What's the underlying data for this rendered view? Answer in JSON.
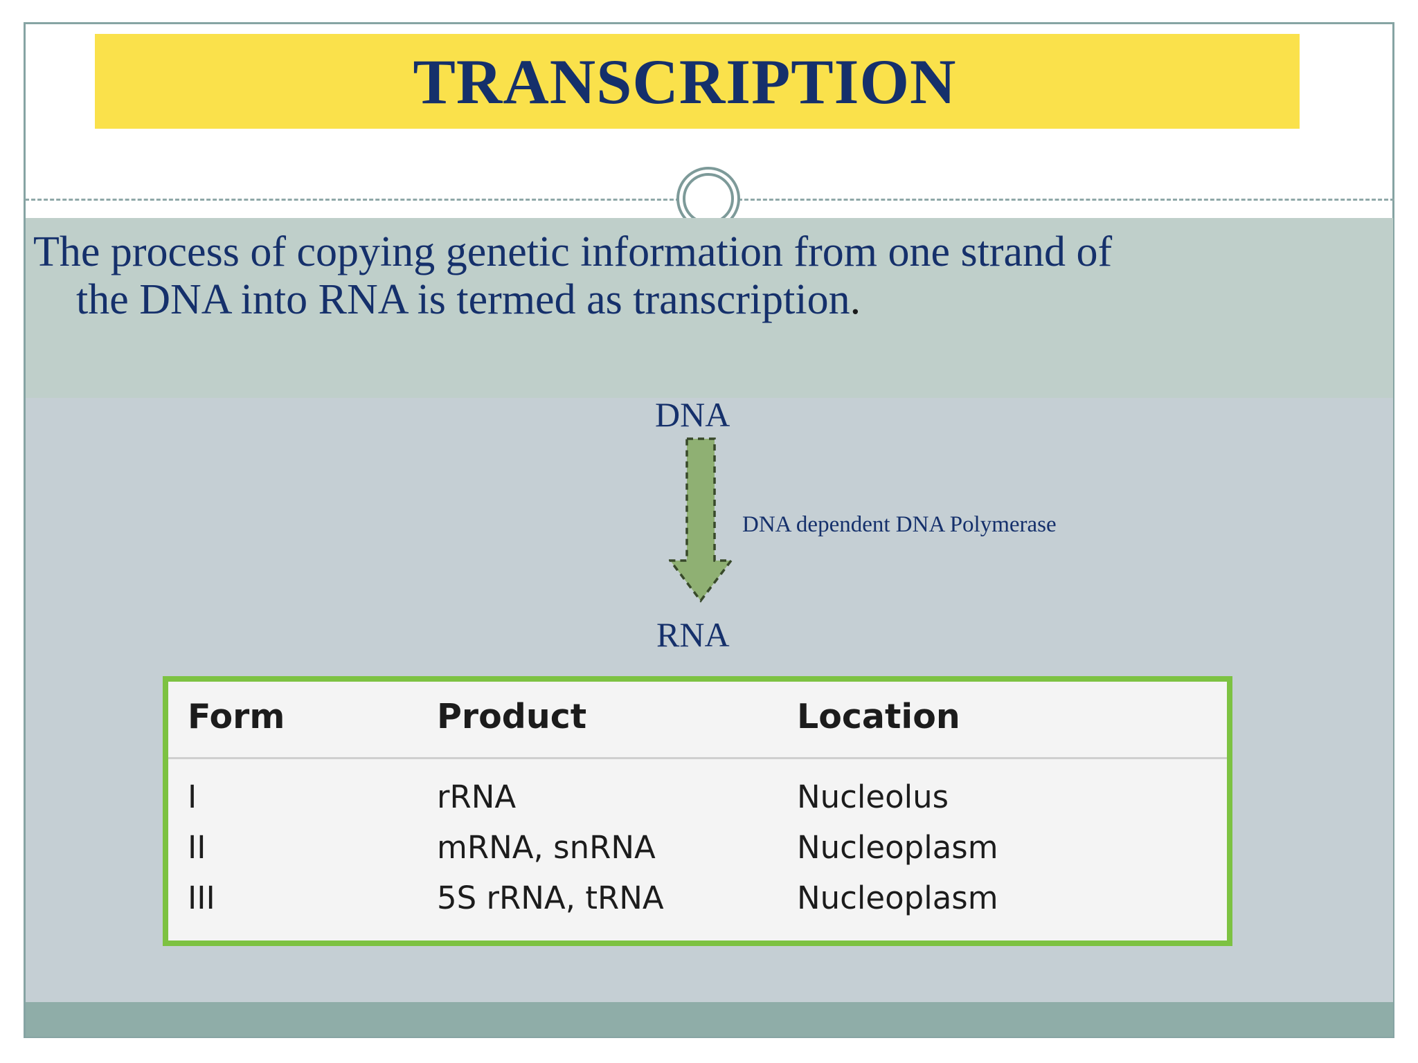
{
  "slide": {
    "title": "TRANSCRIPTION",
    "body_line_1": "The process of copying genetic information from one strand of",
    "body_line_2": "the DNA into RNA is termed as transcription",
    "body_period": ".",
    "colors": {
      "title_text": "#15306B",
      "title_banner": "#FAE14B",
      "body_text": "#15306B",
      "band_upper": "#BFCFCA",
      "band_lower": "#C5CFD4",
      "footer_bar": "#8FADA8",
      "slide_border": "#86A4A3",
      "ornament": "#7D9A99",
      "arrow_fill": "#8FB073",
      "arrow_stroke": "#3A4A2A",
      "table_border": "#7DC242",
      "table_body": "#F4F4F4",
      "table_text": "#1C1C1C"
    }
  },
  "diagram": {
    "source_label": "DNA",
    "target_label": "RNA",
    "enzyme_label": "DNA dependent DNA Polymerase",
    "arrow_direction": "down"
  },
  "table": {
    "headers": [
      "Form",
      "Product",
      "Location"
    ],
    "rows": [
      {
        "form": "I",
        "product": "rRNA",
        "location": "Nucleolus"
      },
      {
        "form": "II",
        "product": "mRNA, snRNA",
        "location": "Nucleoplasm"
      },
      {
        "form": "III",
        "product": "5S rRNA, tRNA",
        "location": "Nucleoplasm"
      }
    ]
  }
}
